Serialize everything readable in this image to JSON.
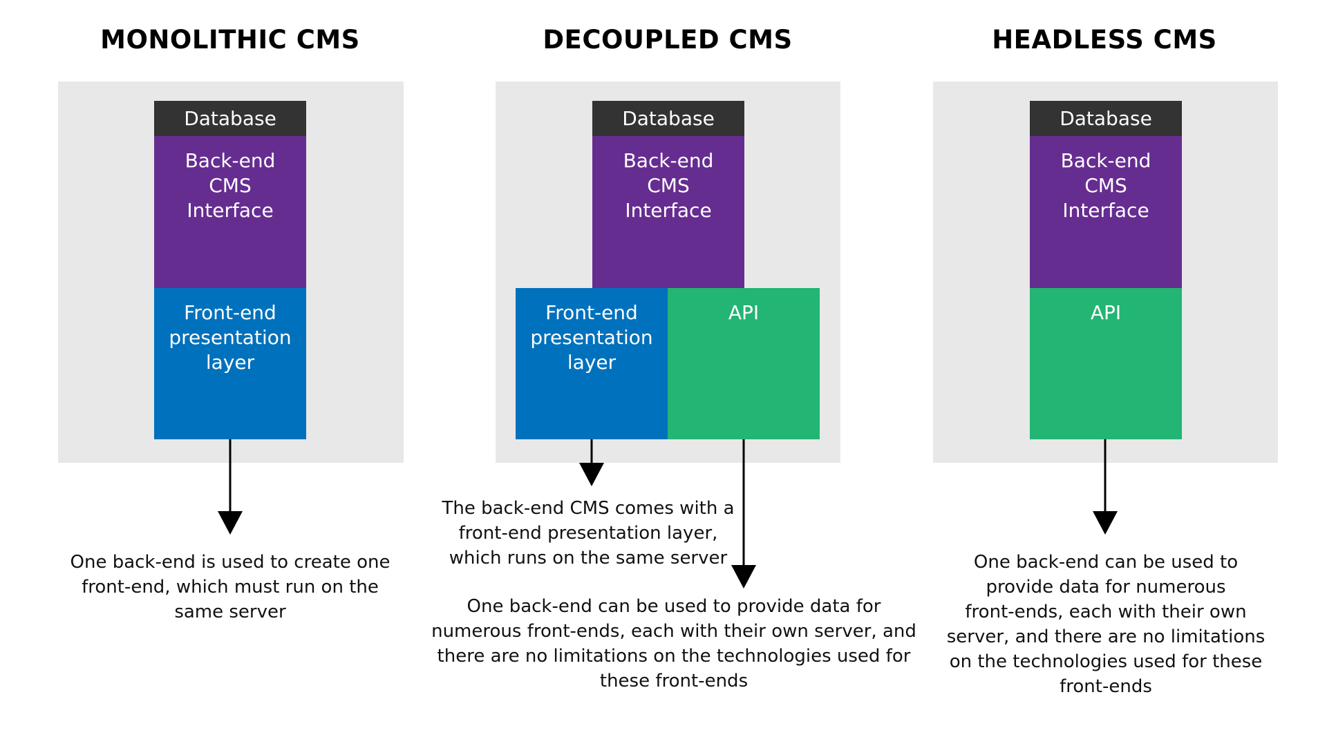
{
  "colors": {
    "database": "#333333",
    "backend": "#662d91",
    "frontend": "#0071bc",
    "api": "#22b573",
    "panel": "#e8e8e8"
  },
  "monolithic": {
    "title": "MONOLITHIC CMS",
    "database": "Database",
    "backend_lines": [
      "Back-end",
      "CMS",
      "Interface"
    ],
    "frontend_lines": [
      "Front-end",
      "presentation",
      "layer"
    ],
    "caption_lines": [
      "One back-end is used to create one",
      "front-end, which must run on the",
      "same server"
    ]
  },
  "decoupled": {
    "title": "DECOUPLED CMS",
    "database": "Database",
    "backend_lines": [
      "Back-end",
      "CMS",
      "Interface"
    ],
    "frontend_lines": [
      "Front-end",
      "presentation",
      "layer"
    ],
    "api": "API",
    "caption_frontend_lines": [
      "The back-end CMS comes with a",
      "front-end presentation layer,",
      "which runs on the same server"
    ],
    "caption_api_lines": [
      "One back-end can be used to provide data for",
      "numerous front-ends, each with their own server, and",
      "there are no limitations on the technologies used for",
      "these front-ends"
    ]
  },
  "headless": {
    "title": "HEADLESS CMS",
    "database": "Database",
    "backend_lines": [
      "Back-end",
      "CMS",
      "Interface"
    ],
    "api": "API",
    "caption_lines": [
      "One back-end can be used to",
      "provide data for numerous",
      "front-ends, each with their own",
      "server, and there are no limitations",
      "on the technologies used for these",
      "front-ends"
    ]
  }
}
